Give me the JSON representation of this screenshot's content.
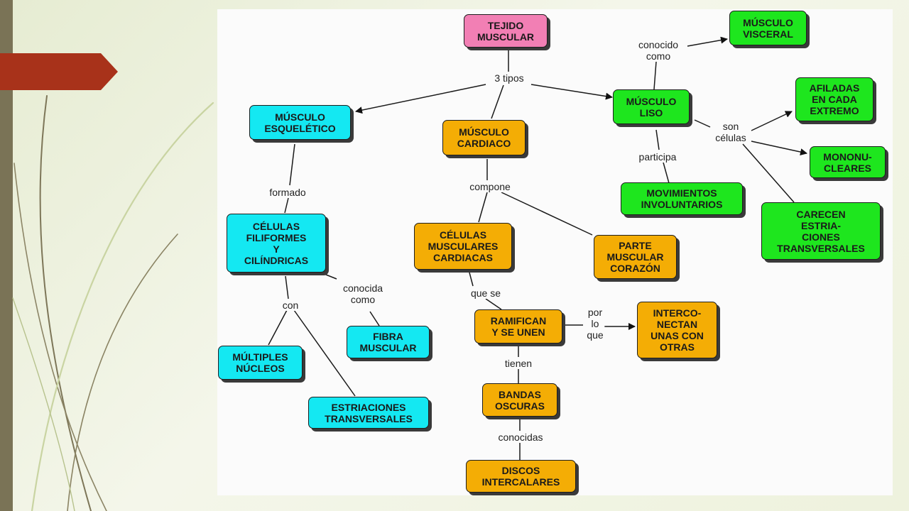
{
  "nodes": {
    "tejido_muscular": "TEJIDO\nMUSCULAR",
    "musculo_visceral": "MÚSCULO\nVISCERAL",
    "musculo_esqueletico": "MÚSCULO\nESQUELÉTICO",
    "musculo_cardiaco": "MÚSCULO\nCARDIACO",
    "musculo_liso": "MÚSCULO\nLISO",
    "afiladas": "AFILADAS\nEN CADA\nEXTREMO",
    "mononucleares": "MONONU-\nCLEARES",
    "movimientos": "MOVIMIENTOS\nINVOLUNTARIOS",
    "carecen": "CARECEN\nESTRIA-\nCIONES\nTRANSVERSALES",
    "celulas_filiformes": "CÉLULAS\nFILIFORMES\nY\nCILÍNDRICAS",
    "celulas_cardiacas": "CÉLULAS\nMUSCULARES\nCARDIACAS",
    "parte_muscular": "PARTE\nMUSCULAR\nCORAZÓN",
    "ramifican": "RAMIFICAN\nY SE UNEN",
    "interconectan": "INTERCO-\nNECTAN\nUNAS CON\nOTRAS",
    "multiples_nucleos": "MÚLTIPLES\nNÚCLEOS",
    "fibra_muscular": "FIBRA\nMUSCULAR",
    "estriaciones": "ESTRIACIONES\nTRANSVERSALES",
    "bandas_oscuras": "BANDAS\nOSCURAS",
    "discos": "DISCOS\nINTERCALARES"
  },
  "links": {
    "tres_tipos": "3 tipos",
    "conocido_como": "conocido\ncomo",
    "son_celulas": "son\ncélulas",
    "participa": "participa",
    "formado": "formado",
    "compone": "compone",
    "conocida_como": "conocida\ncomo",
    "con": "con",
    "que_se": "que se",
    "por_lo_que": "por\nlo\nque",
    "tienen": "tienen",
    "conocidas": "conocidas"
  },
  "colors": {
    "root": "#f27fb4",
    "skeletal": "#14e8f2",
    "cardiac": "#f4ad05",
    "smooth": "#1ee61e",
    "accent_tab": "#a8321a",
    "left_bar": "#7a7356"
  }
}
